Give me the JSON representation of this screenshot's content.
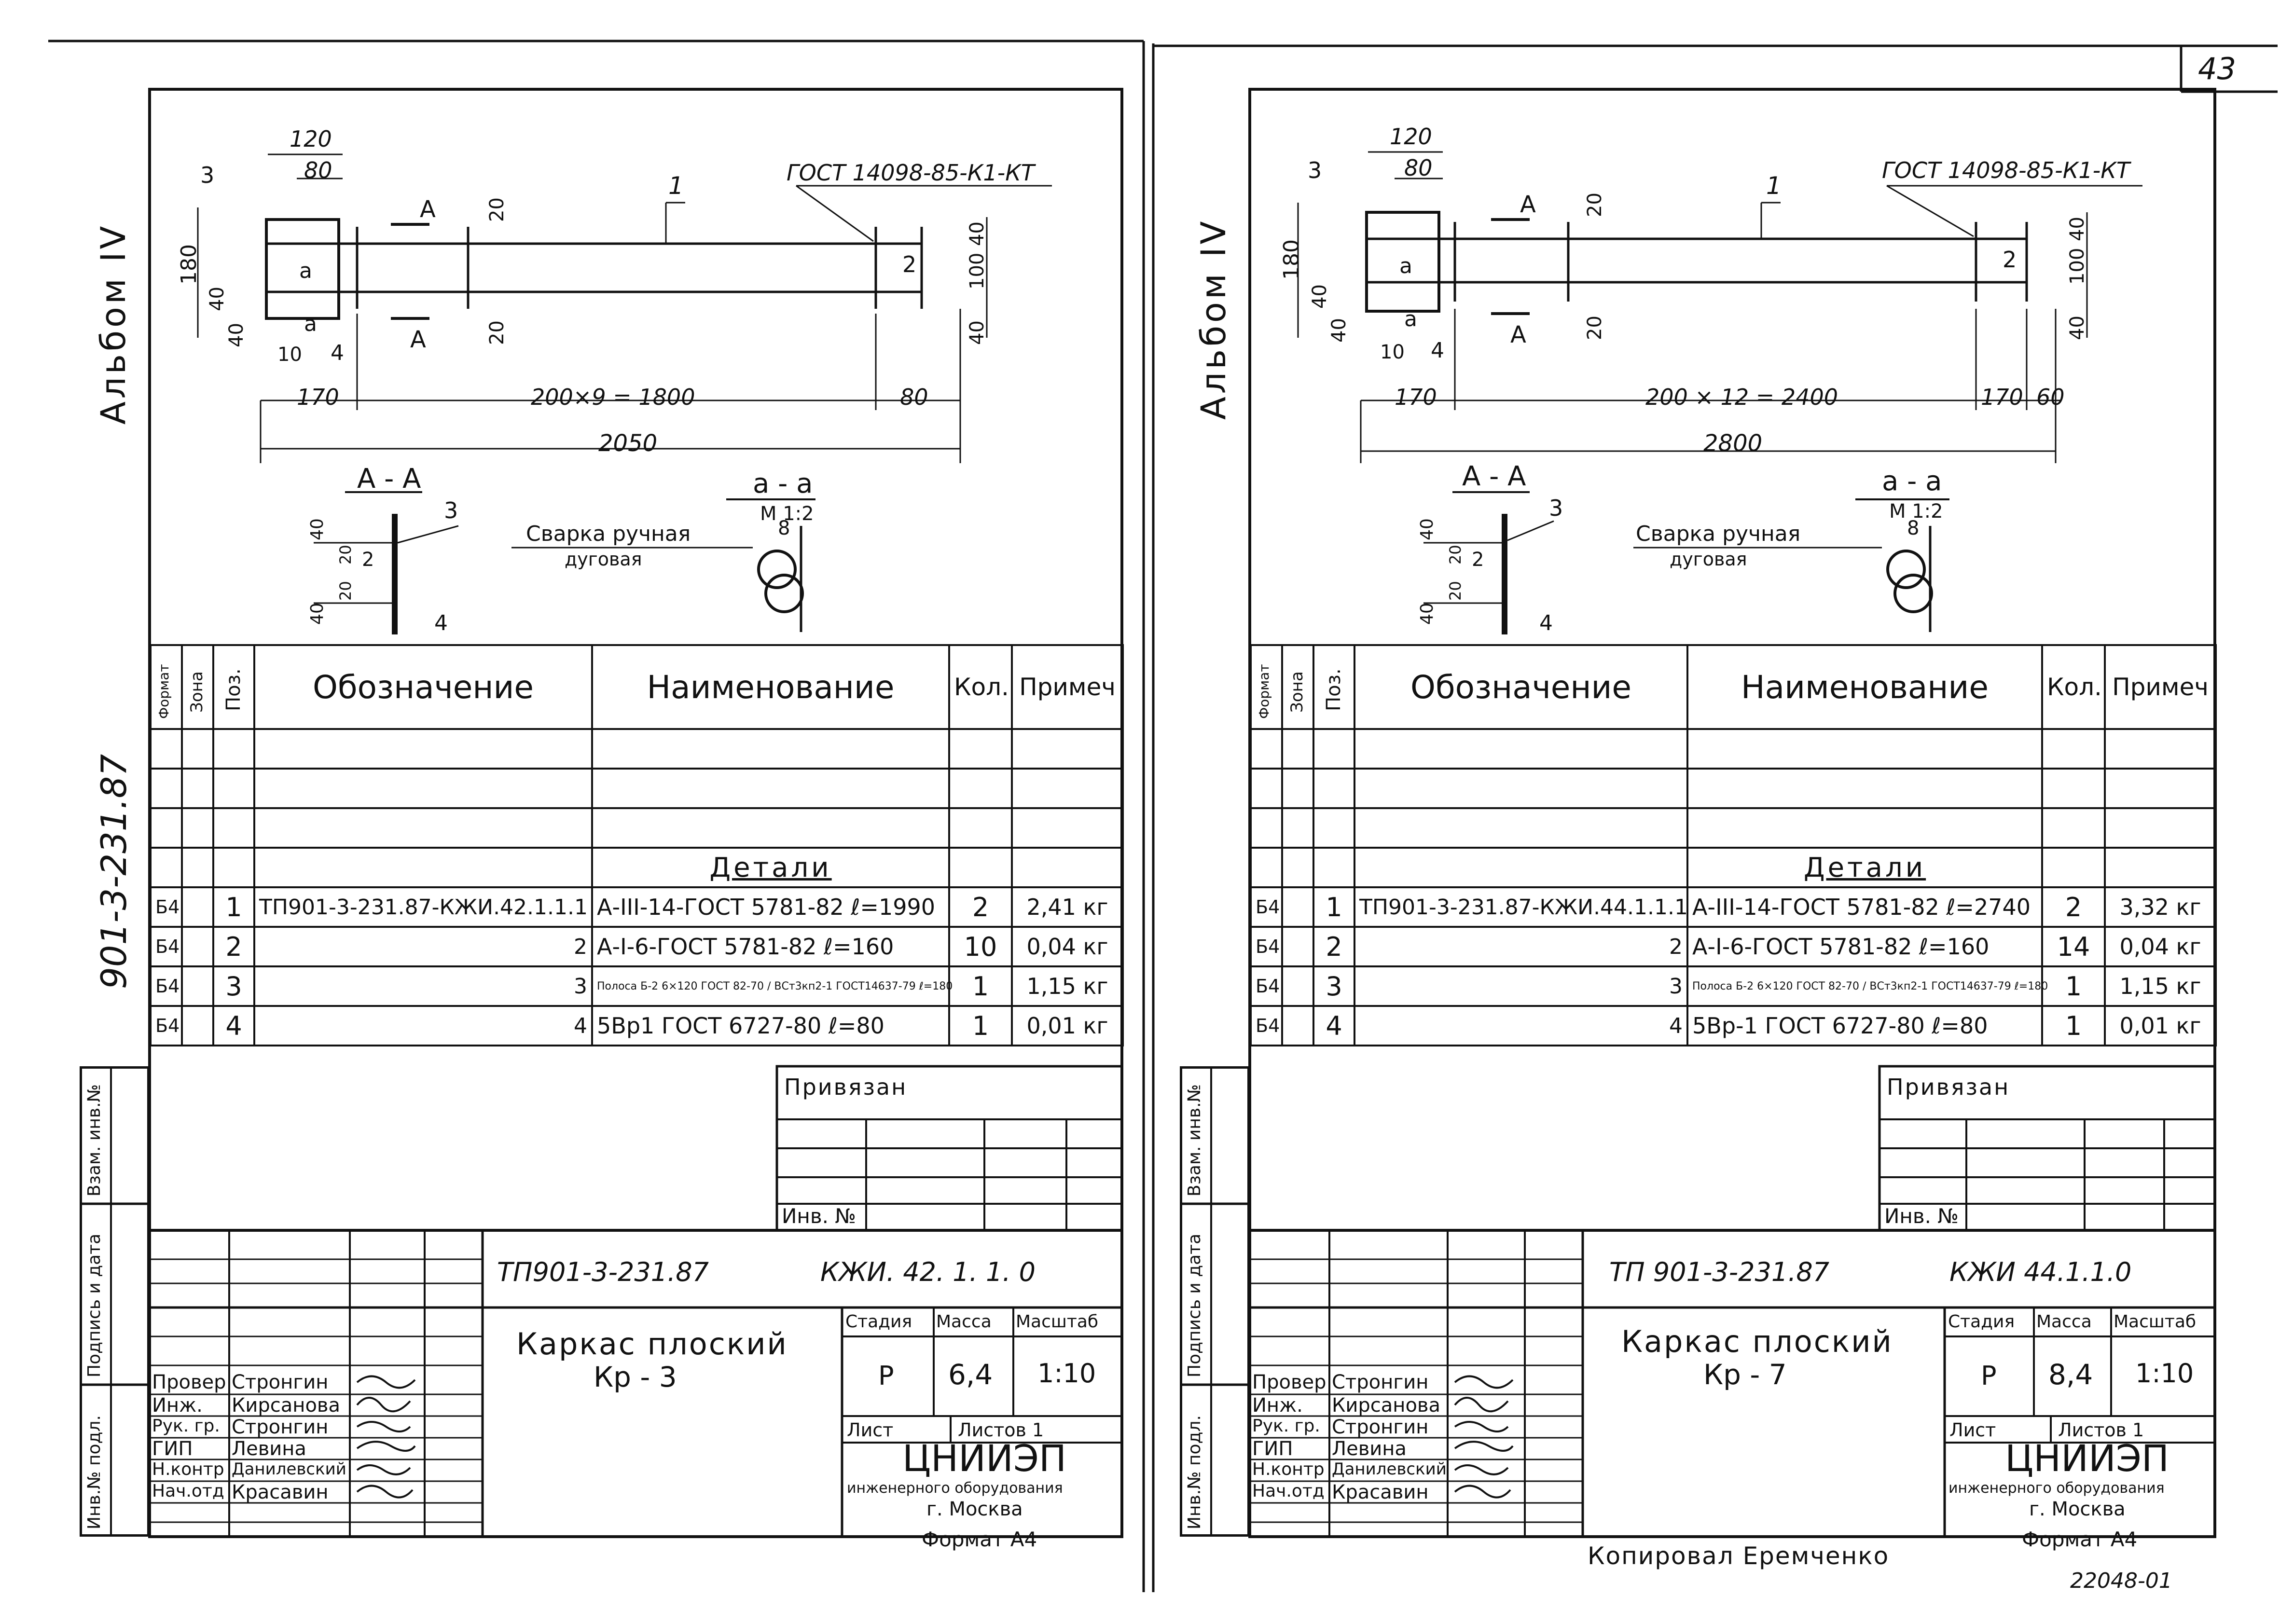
{
  "page_number": "43",
  "bottom_left_copier": "Копировал Еремченко",
  "bottom_code": "22048-01",
  "sheets": [
    {
      "album": "Альбом IV",
      "series_code": "901-3-231.87",
      "dims": {
        "top1": "120",
        "top2": "80",
        "pos3": "3",
        "pos1": "1",
        "pos2": "2",
        "gost_weld": "ГОСТ 14098-85-К1-КТ",
        "h180": "180",
        "h40a": "40",
        "h40b": "40",
        "d20a": "20",
        "d20b": "20",
        "r40a": "40",
        "r100": "100",
        "r40b": "40",
        "a_label": "a",
        "a2": "a",
        "A1": "А",
        "A2": "А",
        "d10": "10",
        "d4": "4",
        "d170": "170",
        "span": "200×9 = 1800",
        "d80": "80",
        "total": "2050",
        "right_extra": ""
      },
      "sections": {
        "aa_title": "А - А",
        "aa_3": "3",
        "aa_2": "2",
        "aa_4": "4",
        "aa_40a": "40",
        "aa_20a": "20",
        "aa_20b": "20",
        "aa_40b": "40",
        "weld_title": "а - а",
        "weld_scale": "М 1:2",
        "weld_label1": "Сварка ручная",
        "weld_label2": "дуговая",
        "weld_8": "8"
      },
      "spec": {
        "headers": {
          "format": "Формат",
          "zone": "Зона",
          "pos": "Поз.",
          "designation": "Обозначение",
          "name": "Наименование",
          "qty": "Кол.",
          "note": "Примеч"
        },
        "section_title": "Детали",
        "rows": [
          {
            "format": "Б4",
            "pos": "1",
            "designation": "ТП901-3-231.87-КЖИ.42.1.1.1",
            "name": "А-III-14-ГОСТ 5781-82  ℓ=1990",
            "qty": "2",
            "note": "2,41 кг"
          },
          {
            "format": "Б4",
            "pos": "2",
            "designation": "2",
            "name": "А-I-6-ГОСТ 5781-82  ℓ=160",
            "qty": "10",
            "note": "0,04 кг"
          },
          {
            "format": "Б4",
            "pos": "3",
            "designation": "3",
            "name": "Полоса Б-2 6×120 ГОСТ 82-70 / ВСт3кп2-1 ГОСТ14637-79  ℓ=180",
            "qty": "1",
            "note": "1,15 кг"
          },
          {
            "format": "Б4",
            "pos": "4",
            "designation": "4",
            "name": "5Вр1 ГОСТ 6727-80  ℓ=80",
            "qty": "1",
            "note": "0,01 кг"
          }
        ]
      },
      "strip_labels": {
        "vzam": "Взам. инв.№",
        "podpis": "Подпись и дата",
        "inv": "Инв.№ подл."
      },
      "title_block": {
        "privyazan": "Привязан",
        "inv_no": "Инв. №",
        "project": "ТП901-3-231.87",
        "code": "КЖИ. 42. 1. 1. 0",
        "title_line1": "Каркас плоский",
        "title_line2": "Кр - 3",
        "stage_h": "Стадия",
        "mass_h": "Масса",
        "scale_h": "Масштаб",
        "stage": "Р",
        "mass": "6,4",
        "scale": "1:10",
        "sheet_h": "Лист",
        "sheets_h": "Листов 1",
        "org1": "ЦНИИЭП",
        "org2": "инженерного оборудования",
        "org3": "г. Москва",
        "format": "Формат А4",
        "people": [
          {
            "role": "Провер",
            "name": "Стронгин"
          },
          {
            "role": "Инж.",
            "name": "Кирсанова"
          },
          {
            "role": "Рук. гр.",
            "name": "Стронгин"
          },
          {
            "role": "ГИП",
            "name": "Левина"
          },
          {
            "role": "Н.контр",
            "name": "Данилевский"
          },
          {
            "role": "Нач.отд",
            "name": "Красавин"
          }
        ]
      }
    },
    {
      "album": "Альбом IV",
      "series_code": "",
      "dims": {
        "top1": "120",
        "top2": "80",
        "pos3": "3",
        "pos1": "1",
        "pos2": "2",
        "gost_weld": "ГОСТ 14098-85-К1-КТ",
        "h180": "180",
        "h40a": "40",
        "h40b": "40",
        "d20a": "20",
        "d20b": "20",
        "r40a": "40",
        "r100": "100",
        "r40b": "40",
        "a_label": "a",
        "a2": "a",
        "A1": "А",
        "A2": "А",
        "d10": "10",
        "d4": "4",
        "d170": "170",
        "span": "200 × 12 = 2400",
        "d80": "170",
        "total": "2800",
        "right_extra": "60"
      },
      "sections": {
        "aa_title": "А - А",
        "aa_3": "3",
        "aa_2": "2",
        "aa_4": "4",
        "aa_40a": "40",
        "aa_20a": "20",
        "aa_20b": "20",
        "aa_40b": "40",
        "weld_title": "а - а",
        "weld_scale": "М 1:2",
        "weld_label1": "Сварка ручная",
        "weld_label2": "дуговая",
        "weld_8": "8"
      },
      "spec": {
        "headers": {
          "format": "Формат",
          "zone": "Зона",
          "pos": "Поз.",
          "designation": "Обозначение",
          "name": "Наименование",
          "qty": "Кол.",
          "note": "Примеч"
        },
        "section_title": "Детали",
        "rows": [
          {
            "format": "Б4",
            "pos": "1",
            "designation": "ТП901-3-231.87-КЖИ.44.1.1.1",
            "name": "А-III-14-ГОСТ 5781-82  ℓ=2740",
            "qty": "2",
            "note": "3,32 кг"
          },
          {
            "format": "Б4",
            "pos": "2",
            "designation": "2",
            "name": "А-I-6-ГОСТ 5781-82  ℓ=160",
            "qty": "14",
            "note": "0,04 кг"
          },
          {
            "format": "Б4",
            "pos": "3",
            "designation": "3",
            "name": "Полоса Б-2 6×120 ГОСТ 82-70 / ВСт3кп2-1 ГОСТ14637-79  ℓ=180",
            "qty": "1",
            "note": "1,15 кг"
          },
          {
            "format": "Б4",
            "pos": "4",
            "designation": "4",
            "name": "5Вр-1 ГОСТ 6727-80  ℓ=80",
            "qty": "1",
            "note": "0,01 кг"
          }
        ]
      },
      "strip_labels": {
        "vzam": "Взам. инв.№",
        "podpis": "Подпись и дата",
        "inv": "Инв.№ подл."
      },
      "title_block": {
        "privyazan": "Привязан",
        "inv_no": "Инв. №",
        "project": "ТП 901-3-231.87",
        "code": "КЖИ 44.1.1.0",
        "title_line1": "Каркас плоский",
        "title_line2": "Кр - 7",
        "stage_h": "Стадия",
        "mass_h": "Масса",
        "scale_h": "Масштаб",
        "stage": "Р",
        "mass": "8,4",
        "scale": "1:10",
        "sheet_h": "Лист",
        "sheets_h": "Листов 1",
        "org1": "ЦНИИЭП",
        "org2": "инженерного оборудования",
        "org3": "г. Москва",
        "format": "Формат А4",
        "people": [
          {
            "role": "Провер",
            "name": "Стронгин"
          },
          {
            "role": "Инж.",
            "name": "Кирсанова"
          },
          {
            "role": "Рук. гр.",
            "name": "Стронгин"
          },
          {
            "role": "ГИП",
            "name": "Левина"
          },
          {
            "role": "Н.контр",
            "name": "Данилевский"
          },
          {
            "role": "Нач.отд",
            "name": "Красавин"
          }
        ]
      }
    }
  ]
}
